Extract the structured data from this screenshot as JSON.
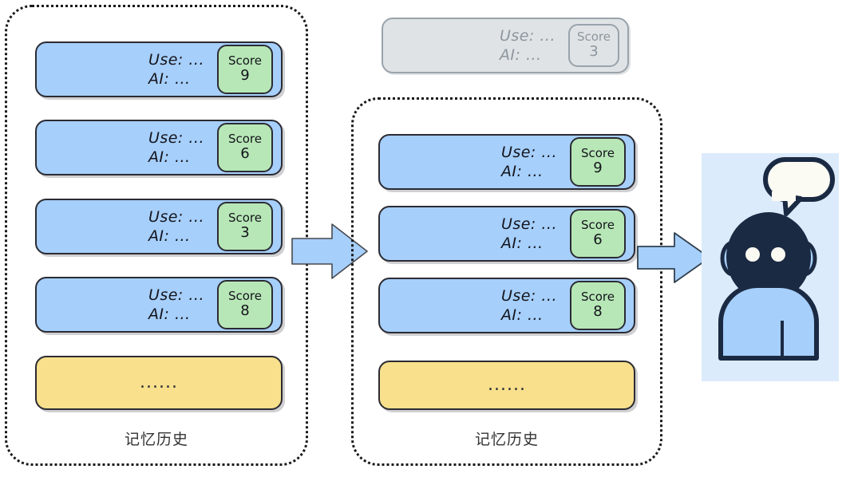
{
  "diagram": {
    "title_visible": false,
    "colors": {
      "record_blue": "#a6cffb",
      "score_green": "#b7e7b6",
      "ellipsis_yellow": "#f8e08c",
      "faded_grey": "#dfe3e6",
      "stroke_dark": "#2b2b33",
      "agent_bg": "#dcebfb",
      "agent_head": "#1b2a43"
    },
    "score_label": "Score",
    "record_lines": {
      "user": "Use: ...",
      "ai": "AI: ..."
    },
    "ellipsis_text": "......"
  },
  "discarded_record": {
    "user": "Use: ...",
    "ai": "AI: ...",
    "score_label": "Score",
    "score": "3"
  },
  "panel_left": {
    "label": "记忆历史",
    "records": [
      {
        "user": "Use: ...",
        "ai": "AI: ...",
        "score_label": "Score",
        "score": "9"
      },
      {
        "user": "Use: ...",
        "ai": "AI: ...",
        "score_label": "Score",
        "score": "6"
      },
      {
        "user": "Use: ...",
        "ai": "AI: ...",
        "score_label": "Score",
        "score": "3"
      },
      {
        "user": "Use: ...",
        "ai": "AI: ...",
        "score_label": "Score",
        "score": "8"
      }
    ],
    "ellipsis": "......"
  },
  "panel_right": {
    "label": "记忆历史",
    "records": [
      {
        "user": "Use: ...",
        "ai": "AI: ...",
        "score_label": "Score",
        "score": "9"
      },
      {
        "user": "Use: ...",
        "ai": "AI: ...",
        "score_label": "Score",
        "score": "6"
      },
      {
        "user": "Use: ...",
        "ai": "AI: ...",
        "score_label": "Score",
        "score": "8"
      }
    ],
    "ellipsis": "......"
  },
  "agent": {
    "name": "ai-agent",
    "speech_bubble_text": ""
  }
}
